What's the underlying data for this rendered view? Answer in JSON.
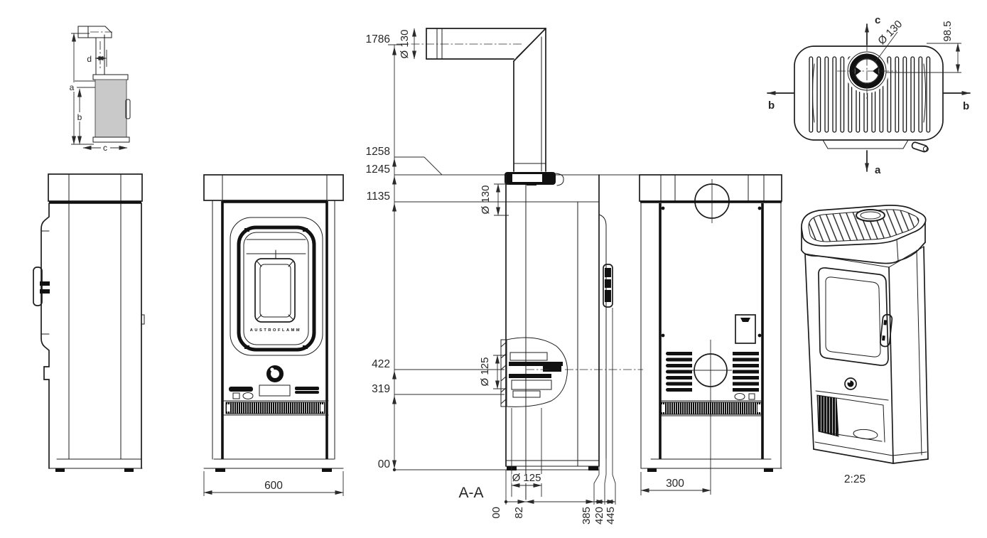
{
  "drawing": {
    "brand": "AUSTROFLAMM",
    "scale_label": "2:25",
    "section_title": "A-A",
    "thumb": {
      "dim_a": "a",
      "dim_b": "b",
      "dim_c": "c",
      "dim_d": "d"
    },
    "front": {
      "width": "600"
    },
    "back": {
      "flue_offset": "300"
    },
    "section": {
      "heights": [
        "1786",
        "1258",
        "1245",
        "1135",
        "422",
        "319",
        "00"
      ],
      "pipe_dia": "Ø 130",
      "collar_dia": "Ø 130",
      "intake_dia": "Ø 125",
      "intake_dia_bottom": "Ø 125",
      "depths": [
        "00",
        "82",
        "385",
        "420",
        "445"
      ]
    },
    "top": {
      "flue_dia": "Ø 130",
      "flue_offset": "98.5",
      "axis_up": "c",
      "axis_down": "a",
      "axis_left": "b",
      "axis_right": "b"
    }
  }
}
